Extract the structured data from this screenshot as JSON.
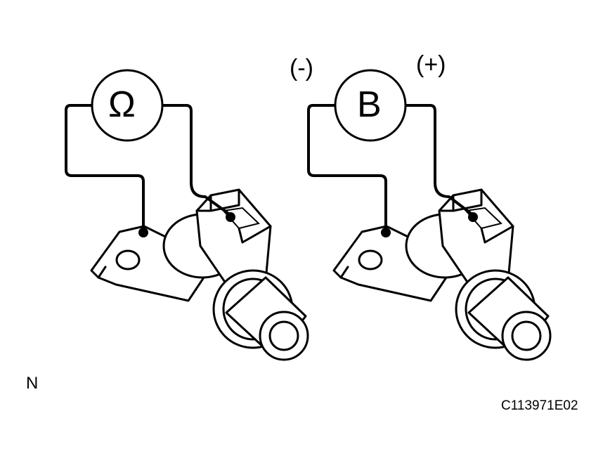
{
  "meters": [
    {
      "symbol": "Ω",
      "icon": "ohmmeter-icon"
    },
    {
      "symbol": "B",
      "icon": "battery-icon"
    }
  ],
  "polarity": {
    "negative": "(-)",
    "positive": "(+)"
  },
  "corner_label": "N",
  "figure_code": "C113971E02"
}
